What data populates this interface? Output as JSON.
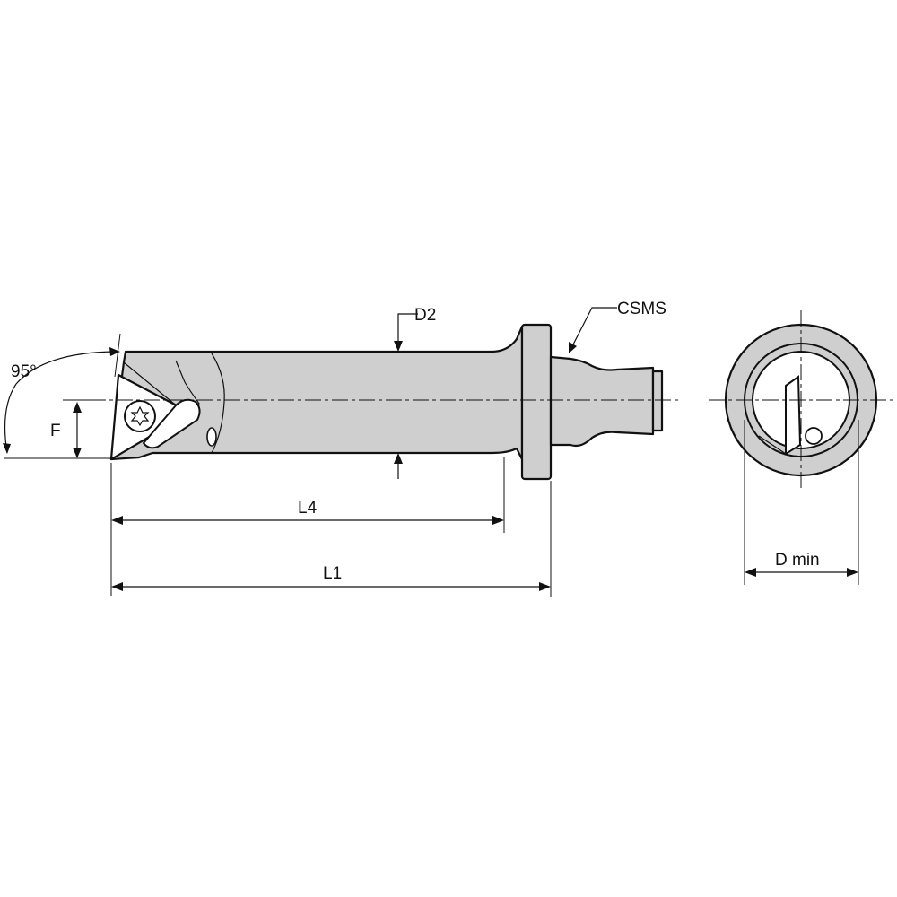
{
  "labels": {
    "angle": "95°",
    "f": "F",
    "d2": "D2",
    "csms": "CSMS",
    "l4": "L4",
    "l1": "L1",
    "dmin": "D min"
  },
  "colors": {
    "body": "#cfcfcf",
    "line": "#111111"
  }
}
